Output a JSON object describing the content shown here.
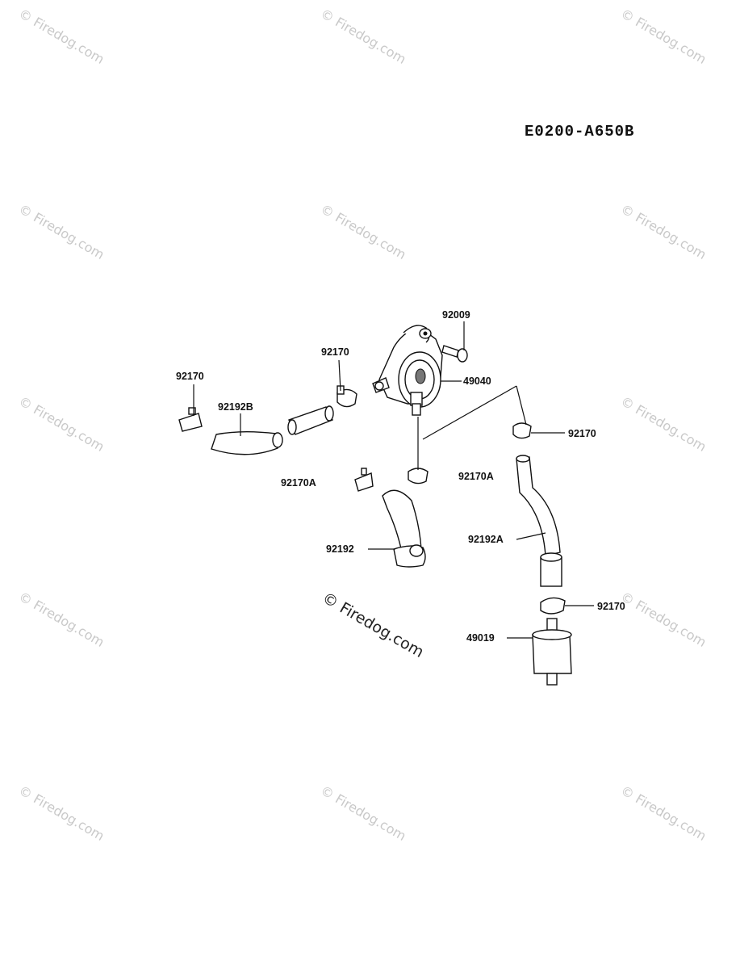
{
  "diagram_code": "E0200-A650B",
  "watermark": "© Firedog.com",
  "parts": {
    "fuel_pump": "49040",
    "bolt": "92009",
    "clamp_top_left": "92170",
    "clamp_pump_inlet": "92170",
    "clamp_right": "92170",
    "clamp_filter": "92170",
    "clamp_a_left": "92170A",
    "clamp_a_right": "92170A",
    "hose_b": "92192B",
    "hose": "92192",
    "hose_a": "92192A",
    "fuel_filter": "49019"
  }
}
